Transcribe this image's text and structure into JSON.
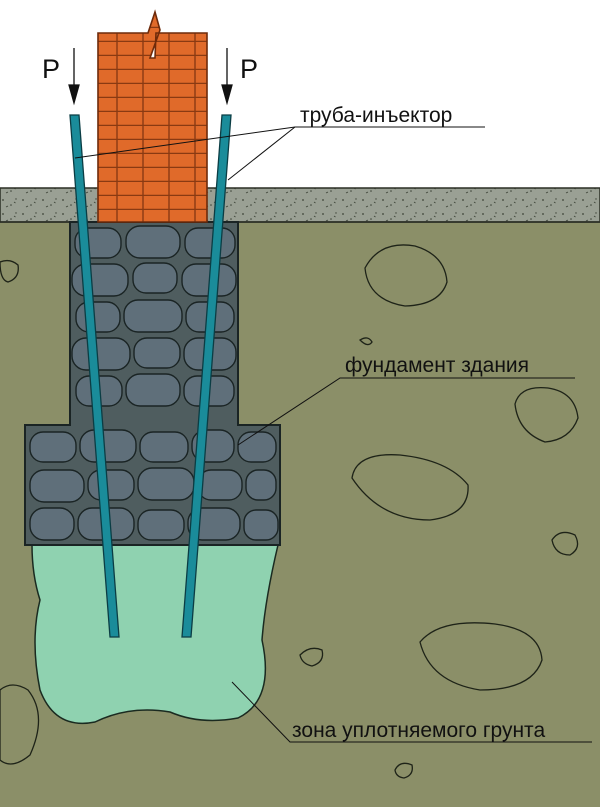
{
  "force_labels": {
    "left": "P",
    "right": "P"
  },
  "labels": {
    "injector": "труба-инъектор",
    "foundation": "фундамент здания",
    "zone": "зона уплотняемого грунта"
  },
  "colors": {
    "sky": "#ffffff",
    "soil": "#8b8f68",
    "ground_strip": "#9aa094",
    "foundation_stone": "#4f5d5f",
    "foundation_rock": "#5f6f7a",
    "brick": "#e06a2a",
    "pipe": "#1a8c9a",
    "zone": "#8fd2b0"
  }
}
